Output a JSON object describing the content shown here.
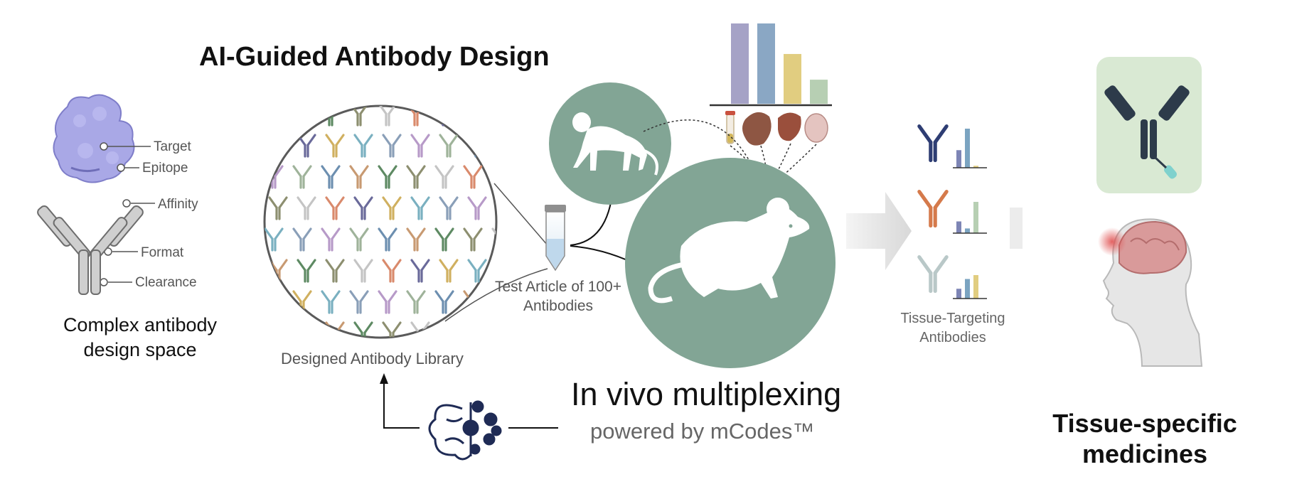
{
  "title": "AI-Guided Antibody Design",
  "design_space": {
    "target_label": "Target",
    "epitope_label": "Epitope",
    "affinity_label": "Affinity",
    "format_label": "Format",
    "clearance_label": "Clearance",
    "caption": "Complex antibody design space"
  },
  "library": {
    "caption": "Designed Antibody Library",
    "antibody_colors": [
      "#6d8fb0",
      "#d0b060",
      "#5e8a63",
      "#8a9fb8",
      "#c4c4c4",
      "#9fb39a",
      "#6a6a9a",
      "#c89a72",
      "#7ab0c0",
      "#8d8f70",
      "#b79ac8",
      "#d98a6c"
    ]
  },
  "test_article": {
    "label": "Test Article of 100+ Antibodies"
  },
  "in_vivo": {
    "title": "In vivo multiplexing",
    "subtitle": "powered by mCodes™",
    "circle_color": "#82a595",
    "bar_colors": [
      "#a5a2c6",
      "#8aa7c4",
      "#e1cd80",
      "#b7cfb3"
    ]
  },
  "tissue_targeting": {
    "label": "Tissue-Targeting Antibodies",
    "antibody_colors": [
      "#2e3d73",
      "#d57a4b",
      "#b9c8c8"
    ],
    "bar_colors": [
      "#7d85b5",
      "#7ba4c1",
      "#e1cd80",
      "#b7cfb3"
    ]
  },
  "outcome": {
    "label": "Tissue-specific medicines"
  },
  "icons": [
    "mouse-icon",
    "monkey-icon",
    "brain-ai-icon",
    "test-tube-icon",
    "human-head-icon"
  ]
}
